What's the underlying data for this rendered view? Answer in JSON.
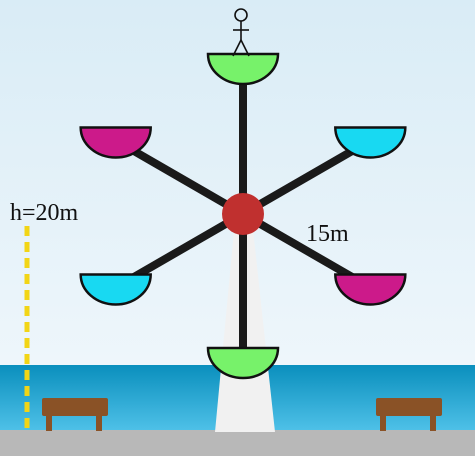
{
  "labels": {
    "height": "h=20m",
    "radius": "15m"
  },
  "colors": {
    "sky_top": "#d9ecf6",
    "sky_bottom": "#eef6fb",
    "sea_top": "#0a8fbd",
    "sea_bottom": "#4fc1e8",
    "ground": "#b8b8b8",
    "hub": "#c0302f",
    "spoke": "#1a1a1a",
    "support": "#f1f1f1",
    "height_marker": "#f2d516",
    "bench": "#8a5226",
    "green": "#77f26a",
    "cyan": "#18d9f2",
    "magenta": "#cc1a8a"
  },
  "gondolas": [
    {
      "color": "green"
    },
    {
      "color": "cyan"
    },
    {
      "color": "magenta"
    },
    {
      "color": "green"
    },
    {
      "color": "cyan"
    },
    {
      "color": "magenta"
    }
  ]
}
